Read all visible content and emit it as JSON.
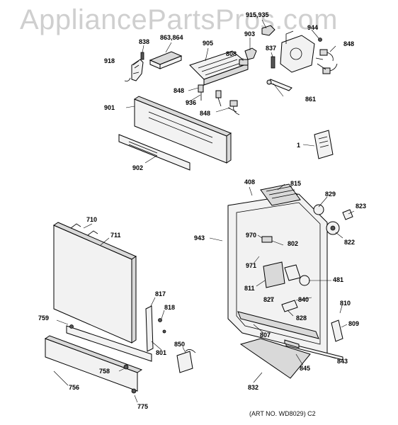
{
  "watermark": "AppliancePartsPros.com",
  "art_number": "(ART NO. WD8029) C2",
  "callouts": {
    "c915_935": "915,935",
    "c903": "903",
    "c944": "944",
    "c838": "838",
    "c863_864": "863,864",
    "c905": "905",
    "c808": "808",
    "c837": "837",
    "c848a": "848",
    "c918": "918",
    "c848b": "848",
    "c936": "936",
    "c848c": "848",
    "c861": "861",
    "c901": "901",
    "c1": "1",
    "c902": "902",
    "c408": "408",
    "c815": "815",
    "c829": "829",
    "c823": "823",
    "c710": "710",
    "c711": "711",
    "c943": "943",
    "c970": "970",
    "c802": "802",
    "c822": "822",
    "c971": "971",
    "c481": "481",
    "c811": "811",
    "c817": "817",
    "c818": "818",
    "c827": "827",
    "c840": "840",
    "c810": "810",
    "c828": "828",
    "c759": "759",
    "c809": "809",
    "c807": "807",
    "c850": "850",
    "c801": "801",
    "c758": "758",
    "c845": "845",
    "c843": "843",
    "c756": "756",
    "c832": "832",
    "c775": "775"
  }
}
